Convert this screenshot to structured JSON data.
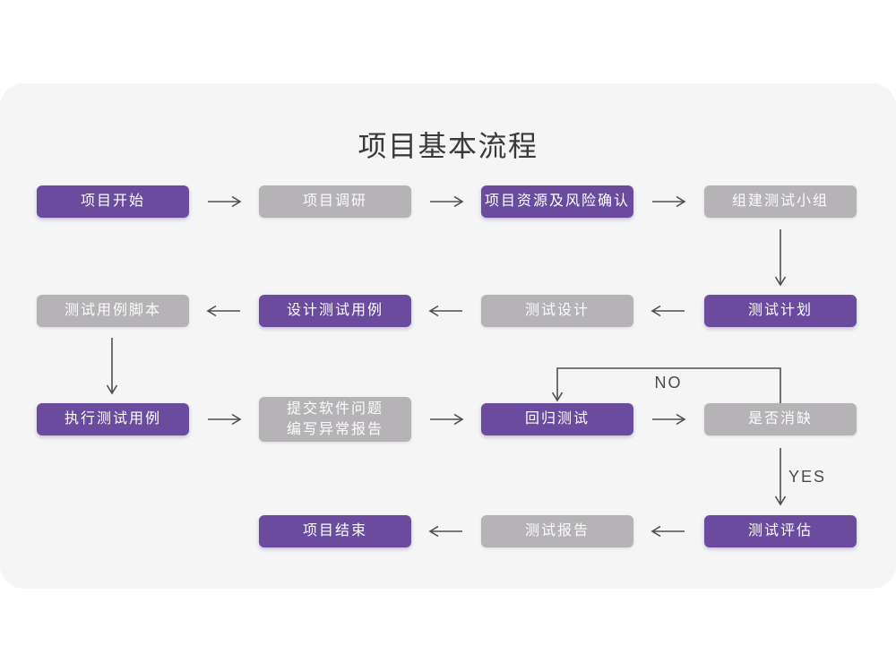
{
  "title": "项目基本流程",
  "decision_labels": {
    "no": "NO",
    "yes": "YES"
  },
  "colors": {
    "primary_box": "#6A4B9E",
    "secondary_box": "#B5B3B6",
    "card_background": "#F5F5F6",
    "page_background": "#FFFFFF",
    "arrow": "#4F4F4F",
    "title_text": "#3A3A3A",
    "box_text": "#FFFFFF"
  },
  "nodes": [
    {
      "label": "项目开始",
      "type": "primary"
    },
    {
      "label": "项目调研",
      "type": "secondary"
    },
    {
      "label": "项目资源及风险确认",
      "type": "primary"
    },
    {
      "label": "组建测试小组",
      "type": "secondary"
    },
    {
      "label": "测试计划",
      "type": "primary"
    },
    {
      "label": "测试设计",
      "type": "secondary"
    },
    {
      "label": "设计测试用例",
      "type": "primary"
    },
    {
      "label": "测试用例脚本",
      "type": "secondary"
    },
    {
      "label": "执行测试用例",
      "type": "primary"
    },
    {
      "label": "提交软件问题\n编写异常报告",
      "type": "secondary"
    },
    {
      "label": "回归测试",
      "type": "primary"
    },
    {
      "label": "是否消缺",
      "type": "secondary"
    },
    {
      "label": "测试评估",
      "type": "primary"
    },
    {
      "label": "测试报告",
      "type": "secondary"
    },
    {
      "label": "项目结束",
      "type": "primary"
    }
  ]
}
